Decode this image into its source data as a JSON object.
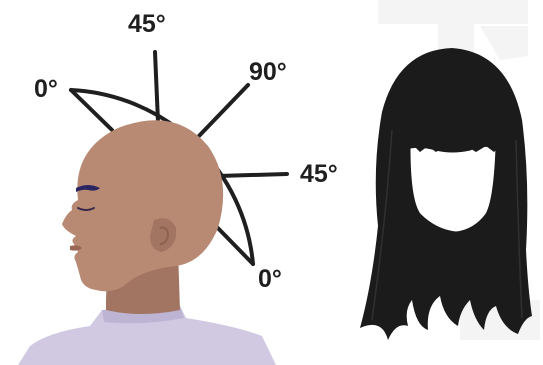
{
  "diagram": {
    "angle_labels": {
      "left_zero": "0°",
      "top_45": "45°",
      "top_right_90": "90°",
      "right_45": "45°",
      "bottom_right_zero": "0°"
    },
    "colors": {
      "skin": "#b88a74",
      "skin_shadow": "#a17561",
      "shirt": "#d1c8e2",
      "hair": "#1b1b1b",
      "lines": "#1f1f1f",
      "eyebrow": "#2a2560",
      "watermark": "#f4f4f4"
    },
    "icons": [
      "protractor-fan",
      "bald-head-profile",
      "long-hair-bangs-wig"
    ]
  }
}
